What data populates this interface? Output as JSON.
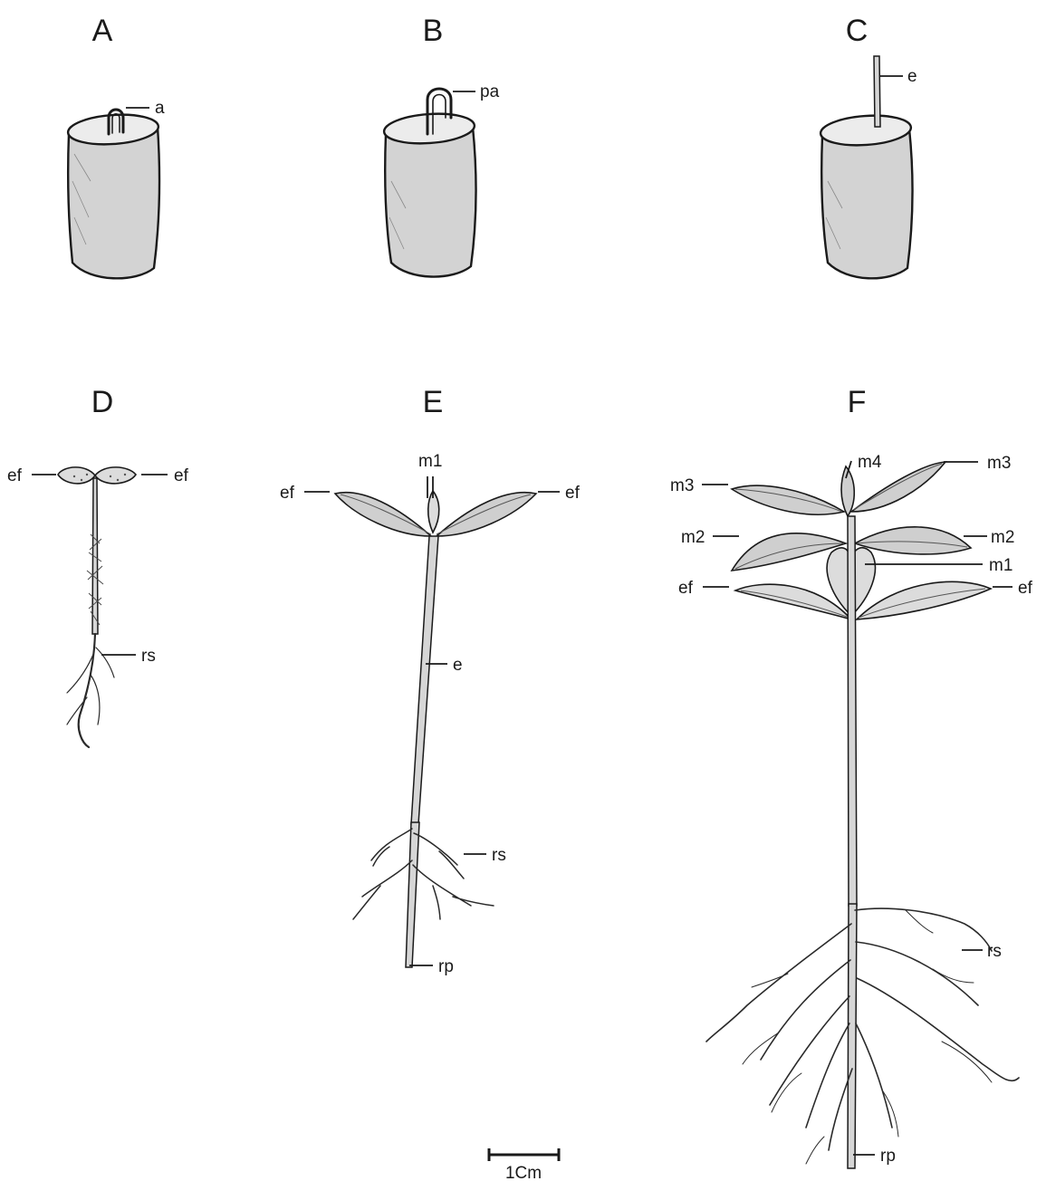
{
  "panels": {
    "A": {
      "letter": "A",
      "labels": {
        "a": "a"
      }
    },
    "B": {
      "letter": "B",
      "labels": {
        "pa": "pa"
      }
    },
    "C": {
      "letter": "C",
      "labels": {
        "e": "e"
      }
    },
    "D": {
      "letter": "D",
      "labels": {
        "ef_left": "ef",
        "ef_right": "ef",
        "rs": "rs"
      }
    },
    "E": {
      "letter": "E",
      "labels": {
        "ef_left": "ef",
        "ef_right": "ef",
        "m1": "m1",
        "e": "e",
        "rs": "rs",
        "rp": "rp"
      }
    },
    "F": {
      "letter": "F",
      "labels": {
        "m4": "m4",
        "m3_left": "m3",
        "m3_right": "m3",
        "m2_left": "m2",
        "m2_right": "m2",
        "m1": "m1",
        "ef_left": "ef",
        "ef_right": "ef",
        "rs": "rs",
        "rp": "rp"
      }
    }
  },
  "scale_bar": {
    "label": "1Cm"
  }
}
